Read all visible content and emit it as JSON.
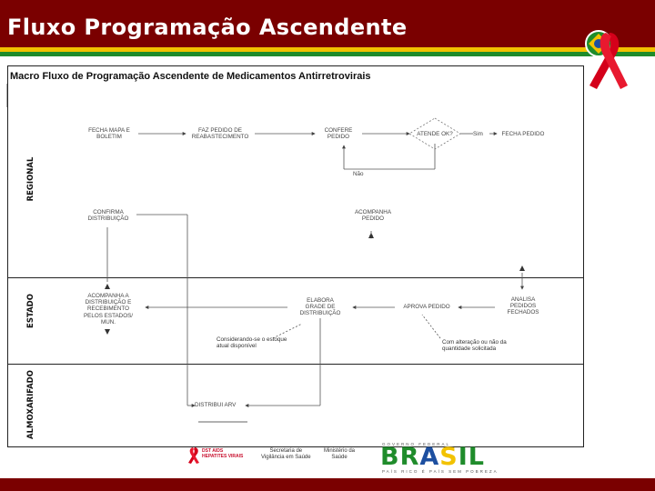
{
  "slide": {
    "title": "Fluxo Programação Ascendente"
  },
  "diagram": {
    "title": "Macro Fluxo de Programação Ascendente de Medicamentos Antirretrovirais",
    "lanes": {
      "regional": "REGIONAL",
      "estado": "ESTADO",
      "almoxarifado": "ALMOXARIFADO"
    },
    "nodes": {
      "fecha_mapa": "FECHA MAPA E\nBOLETIM",
      "faz_pedido": "FAZ PEDIDO DE\nREABASTECIMENTO",
      "confere_pedido": "CONFERE\nPEDIDO",
      "atende": "ATENDE OK?",
      "fecha_pedido": "FECHA PEDIDO",
      "confirma_distribuicao": "CONFIRMA\nDISTRIBUIÇÃO",
      "acompanha_pedido": "ACOMPANHA\nPEDIDO",
      "acompanha_distribuicao": "ACOMPANHA A\nDISTRIBUIÇÃO E\nRECEBIMENTO\nPELOS ESTADOS/\nMUN.",
      "elabora_grade": "ELABORA\nGRADE DE\nDISTRIBUIÇÃO",
      "aprova_pedido": "APROVA PEDIDO",
      "analisa_pedidos": "ANALISA\nPEDIDOS\nFECHADOS",
      "distribui_arv": "DISTRIBUI ARV"
    },
    "edge_labels": {
      "sim": "Sim",
      "nao": "Não"
    },
    "notes": {
      "estoque": "Considerando-se o estoque\natual disponível",
      "alteracao": "Com alteração ou não da\nquantidade solicitada"
    }
  },
  "footer": {
    "dst_aids_logo": "DST AIDS\nHEPATITES VIRAIS",
    "secretaria": "Secretaria de\nVigilância em Saúde",
    "ministerio": "Ministério da\nSaúde",
    "governo_tag": "GOVERNO FEDERAL",
    "brasil": "BRASIL",
    "brasil_slogan": "PAÍS RICO É PAÍS SEM POBREZA"
  },
  "colors": {
    "header": "#7a0000",
    "stripe_yellow": "#f2c200",
    "stripe_green": "#1f8c2b",
    "ribbon": "#d4001a",
    "brasil_green": "#1f8c2b",
    "brasil_blue": "#1d4fa0",
    "brasil_yellow": "#f2c200"
  },
  "icons": [
    "aids-ribbon-icon",
    "brazil-flag-icon",
    "aids-ribbon-small-icon"
  ]
}
